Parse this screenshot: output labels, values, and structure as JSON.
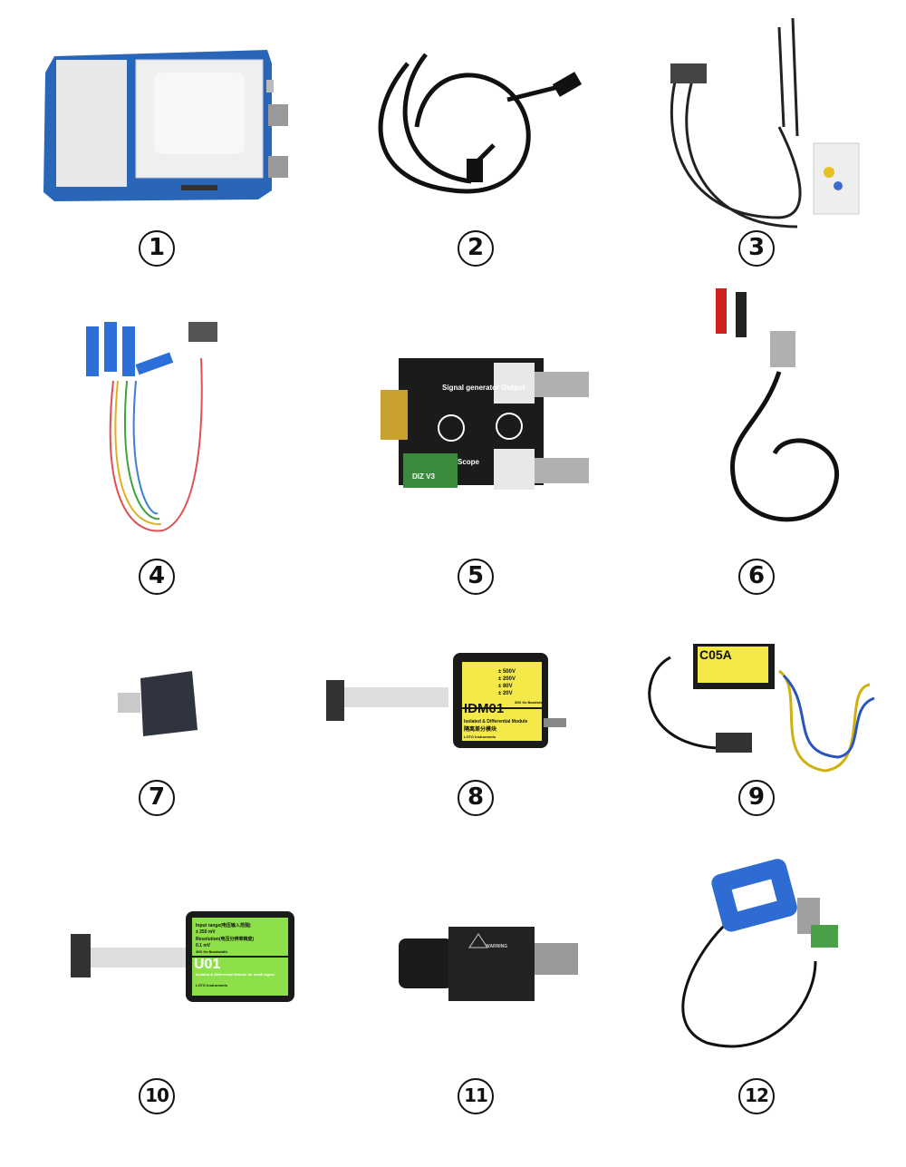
{
  "items": [
    {
      "number": "1"
    },
    {
      "number": "2"
    },
    {
      "number": "3"
    },
    {
      "number": "4"
    },
    {
      "number": "5"
    },
    {
      "number": "6"
    },
    {
      "number": "7"
    },
    {
      "number": "8"
    },
    {
      "number": "9"
    },
    {
      "number": "10"
    },
    {
      "number": "11"
    },
    {
      "number": "12"
    }
  ],
  "labels": {
    "module5_top": "Signal generator Output",
    "module5_bottom": "Scope",
    "module5_code": "DIZ V3",
    "idm01_ranges": [
      "± 500V",
      "± 200V",
      "± 80V",
      "± 20V"
    ],
    "idm01_bw": "30K Hz Bandwidth",
    "idm01_title": "IDM01",
    "idm01_sub": "Isolated & Differential Module",
    "idm01_cn": "隔离差分模块",
    "idm01_brand": "LOTO Instruments",
    "c05a_title": "C05A",
    "u01_title": "U01",
    "u01_line1": "Input range(电压输入范围)",
    "u01_line1b": "± 250 mV",
    "u01_line2": "Resolution(电压分辨率精度)",
    "u01_line2b": "0.1 mV",
    "u01_bw": "30K Hz Bandwidth",
    "u01_sub": "Isolated & Differential Module for small signal",
    "u01_brand": "LOTO Instruments",
    "warning": "WARNING"
  }
}
